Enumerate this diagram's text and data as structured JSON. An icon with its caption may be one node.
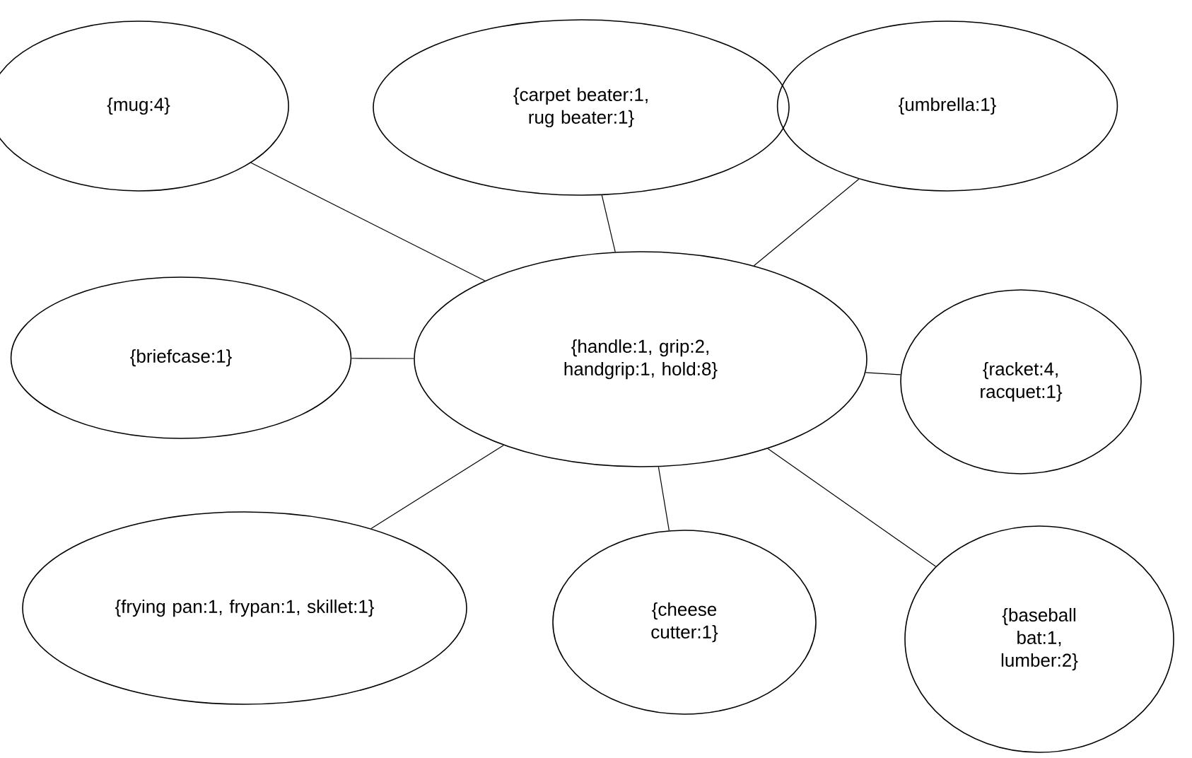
{
  "diagram": {
    "nodes": [
      {
        "text": [
          "{mug:4}"
        ]
      },
      {
        "text": [
          "{carpet beater:1, rug beater:1}"
        ]
      },
      {
        "text": [
          "{umbrella:1}"
        ]
      },
      {
        "text": [
          "{handle:1, grip:2, handgrip:1, hold:8}"
        ]
      },
      {
        "text": [
          "{briefcase:1}"
        ]
      },
      {
        "text": [
          "{racket:4, racquet:1}"
        ]
      },
      {
        "text": [
          "{frying pan:1, frypan:1, skillet:1}"
        ]
      },
      {
        "text": [
          "{cheese cutter:1}"
        ]
      },
      {
        "text": [
          "{baseball bat:1, lumber:2}"
        ]
      }
    ],
    "edges": [
      {
        "from": 3,
        "to": 0,
        "arrow": "none"
      },
      {
        "from": 3,
        "to": 1,
        "arrow": "none"
      },
      {
        "from": 3,
        "to": 2,
        "arrow": "none"
      },
      {
        "from": 3,
        "to": 4,
        "arrow": "none"
      },
      {
        "from": 3,
        "to": 5,
        "arrow": "none"
      },
      {
        "from": 3,
        "to": 6,
        "arrow": "none"
      },
      {
        "from": 3,
        "to": 7,
        "arrow": "none"
      },
      {
        "from": 3,
        "to": 8,
        "arrow": "none"
      }
    ]
  }
}
